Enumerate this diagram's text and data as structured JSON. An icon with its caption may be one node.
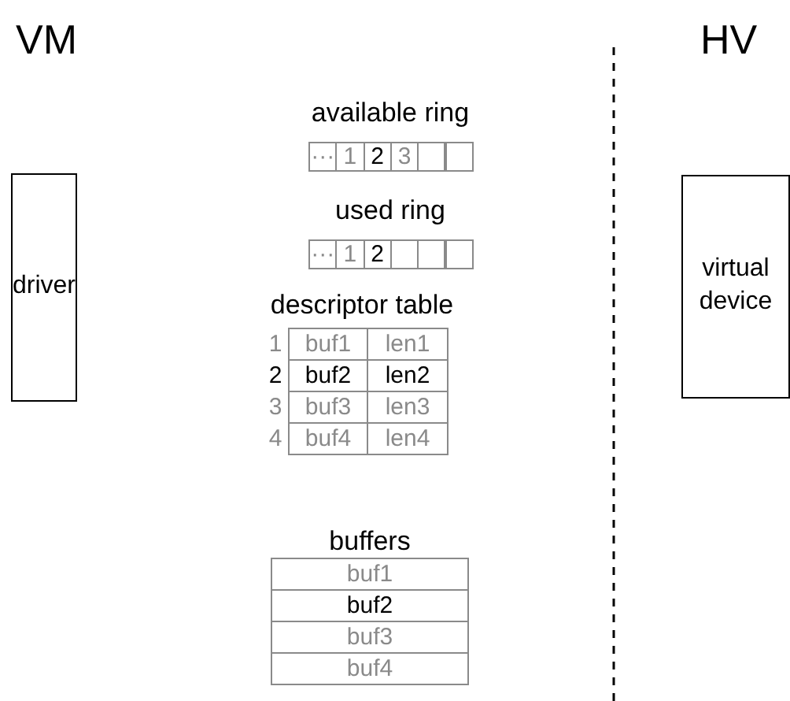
{
  "diagram": {
    "nodes": [
      {
        "text": [
          "driver"
        ]
      },
      {
        "text": [
          "virtual device"
        ]
      },
      {
        "text": [
          "available ring"
        ]
      },
      {
        "text": [
          "···"
        ],
        "in": 2
      },
      {
        "text": [
          "1"
        ],
        "in": 2
      },
      {
        "text": [
          "2"
        ],
        "in": 2
      },
      {
        "text": [
          "3"
        ],
        "in": 2
      },
      {
        "text": [],
        "shape": "box",
        "in": 2
      },
      {
        "text": [],
        "shape": "box",
        "in": 2
      },
      {
        "text": [
          "used ring"
        ]
      },
      {
        "text": [
          "···"
        ],
        "in": 9
      },
      {
        "text": [
          "1"
        ],
        "in": 9
      },
      {
        "text": [
          "2"
        ],
        "in": 9
      },
      {
        "text": [],
        "shape": "box",
        "in": 9
      },
      {
        "text": [],
        "shape": "box",
        "in": 9
      },
      {
        "text": [],
        "shape": "box",
        "in": 9
      },
      {
        "text": [
          "descriptor table"
        ]
      },
      {
        "text": [
          "1"
        ],
        "in": 16
      },
      {
        "text": [
          "buf1"
        ],
        "in": 16
      },
      {
        "text": [
          "len1"
        ],
        "in": 16
      },
      {
        "text": [
          "2"
        ],
        "in": 16
      },
      {
        "text": [
          "buf2"
        ],
        "in": 16
      },
      {
        "text": [
          "len2"
        ],
        "in": 16
      },
      {
        "text": [
          "3"
        ],
        "in": 16
      },
      {
        "text": [
          "buf3"
        ],
        "in": 16
      },
      {
        "text": [
          "len3"
        ],
        "in": 16
      },
      {
        "text": [
          "4"
        ],
        "in": 16
      },
      {
        "text": [
          "buf4"
        ],
        "in": 16
      },
      {
        "text": [
          "len4"
        ],
        "in": 16
      },
      {
        "text": [
          "buffers"
        ]
      },
      {
        "text": [
          "buf1"
        ],
        "in": 29
      },
      {
        "text": [
          "buf2"
        ],
        "in": 29
      },
      {
        "text": [
          "buf3"
        ],
        "in": 29
      },
      {
        "text": [
          "buf4"
        ],
        "in": 29
      }
    ],
    "labels": [
      "VM",
      "HV"
    ]
  }
}
